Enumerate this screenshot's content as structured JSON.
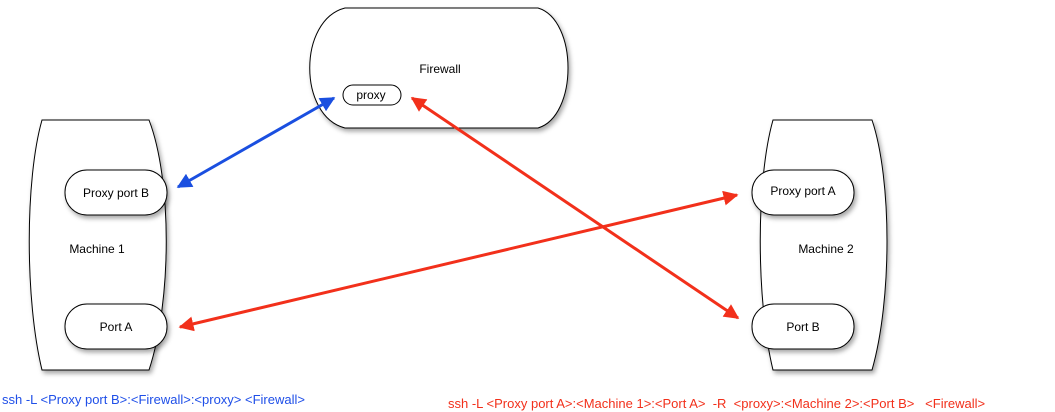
{
  "firewall": {
    "label": "Firewall",
    "proxy_label": "proxy"
  },
  "machine1": {
    "label": "Machine 1",
    "proxy_port_label": "Proxy port B",
    "port_label": "Port A"
  },
  "machine2": {
    "label": "Machine 2",
    "proxy_port_label": "Proxy port A",
    "port_label": "Port B"
  },
  "commands": {
    "local": "ssh -L <Proxy port B>:<Firewall>:<proxy> <Firewall>",
    "remote": "ssh -L <Proxy port A>:<Machine 1>:<Port A>  -R  <proxy>:<Machine 2>:<Port B>   <Firewall>"
  },
  "colors": {
    "blue_arrow": "#1a4fe0",
    "red_arrow": "#f2301b",
    "blue_text": "#1f4fe8",
    "red_text": "#f2301b",
    "outline": "#000000"
  }
}
